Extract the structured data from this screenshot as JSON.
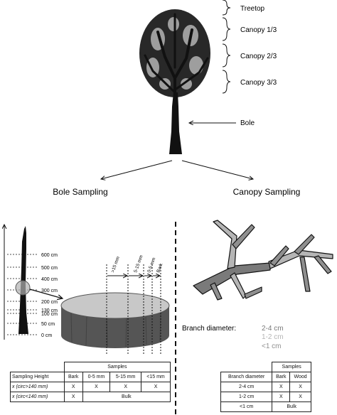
{
  "tree_labels": {
    "treetop": "Treetop",
    "canopy1": "Canopy 1/3",
    "canopy2": "Canopy 2/3",
    "canopy3": "Canopy 3/3",
    "bole": "Bole"
  },
  "sampling": {
    "bole": "Bole Sampling",
    "canopy": "Canopy Sampling"
  },
  "heights": [
    "600 cm",
    "500 cm",
    "400 cm",
    "300 cm",
    "200 cm",
    "130 cm",
    "100 cm",
    "50 cm",
    "0 cm"
  ],
  "depths": [
    ">15 mm",
    "5-15 mm",
    "0-5 mm",
    "Bark"
  ],
  "branch": {
    "title": "Branch diameter:",
    "sizes": [
      {
        "label": "2-4 cm",
        "color": "#7a7a7a"
      },
      {
        "label": "1-2 cm",
        "color": "#b5b5b5"
      },
      {
        "label": "<1 cm",
        "color": "#8f8f8f"
      }
    ]
  },
  "bole_table": {
    "samples_header": "Samples",
    "columns": [
      "Sampling Height",
      "Bark",
      "0-5 mm",
      "5-15 mm",
      "<15 mm"
    ],
    "row1": {
      "label": "x (circ>140 mm)",
      "bark": "X",
      "c1": "X",
      "c2": "X",
      "c3": "X"
    },
    "row2": {
      "label": "x (circ<140 mm)",
      "bark": "X",
      "bulk": "Bulk"
    }
  },
  "canopy_table": {
    "samples_header": "Samples",
    "columns": [
      "Branch diameter",
      "Bark",
      "Wood"
    ],
    "rows": [
      {
        "label": "2-4 cm",
        "bark": "X",
        "wood": "X"
      },
      {
        "label": "1-2 cm",
        "bark": "X",
        "wood": "X"
      },
      {
        "label": "<1 cm",
        "bulk": "Bulk"
      }
    ]
  },
  "colors": {
    "ink": "#111111",
    "disc_side": "#555555",
    "disc_top": "#c8c8c8",
    "branch_thick": "#7a7a7a",
    "branch_mid": "#b5b5b5",
    "branch_thin": "#8f8f8f"
  }
}
